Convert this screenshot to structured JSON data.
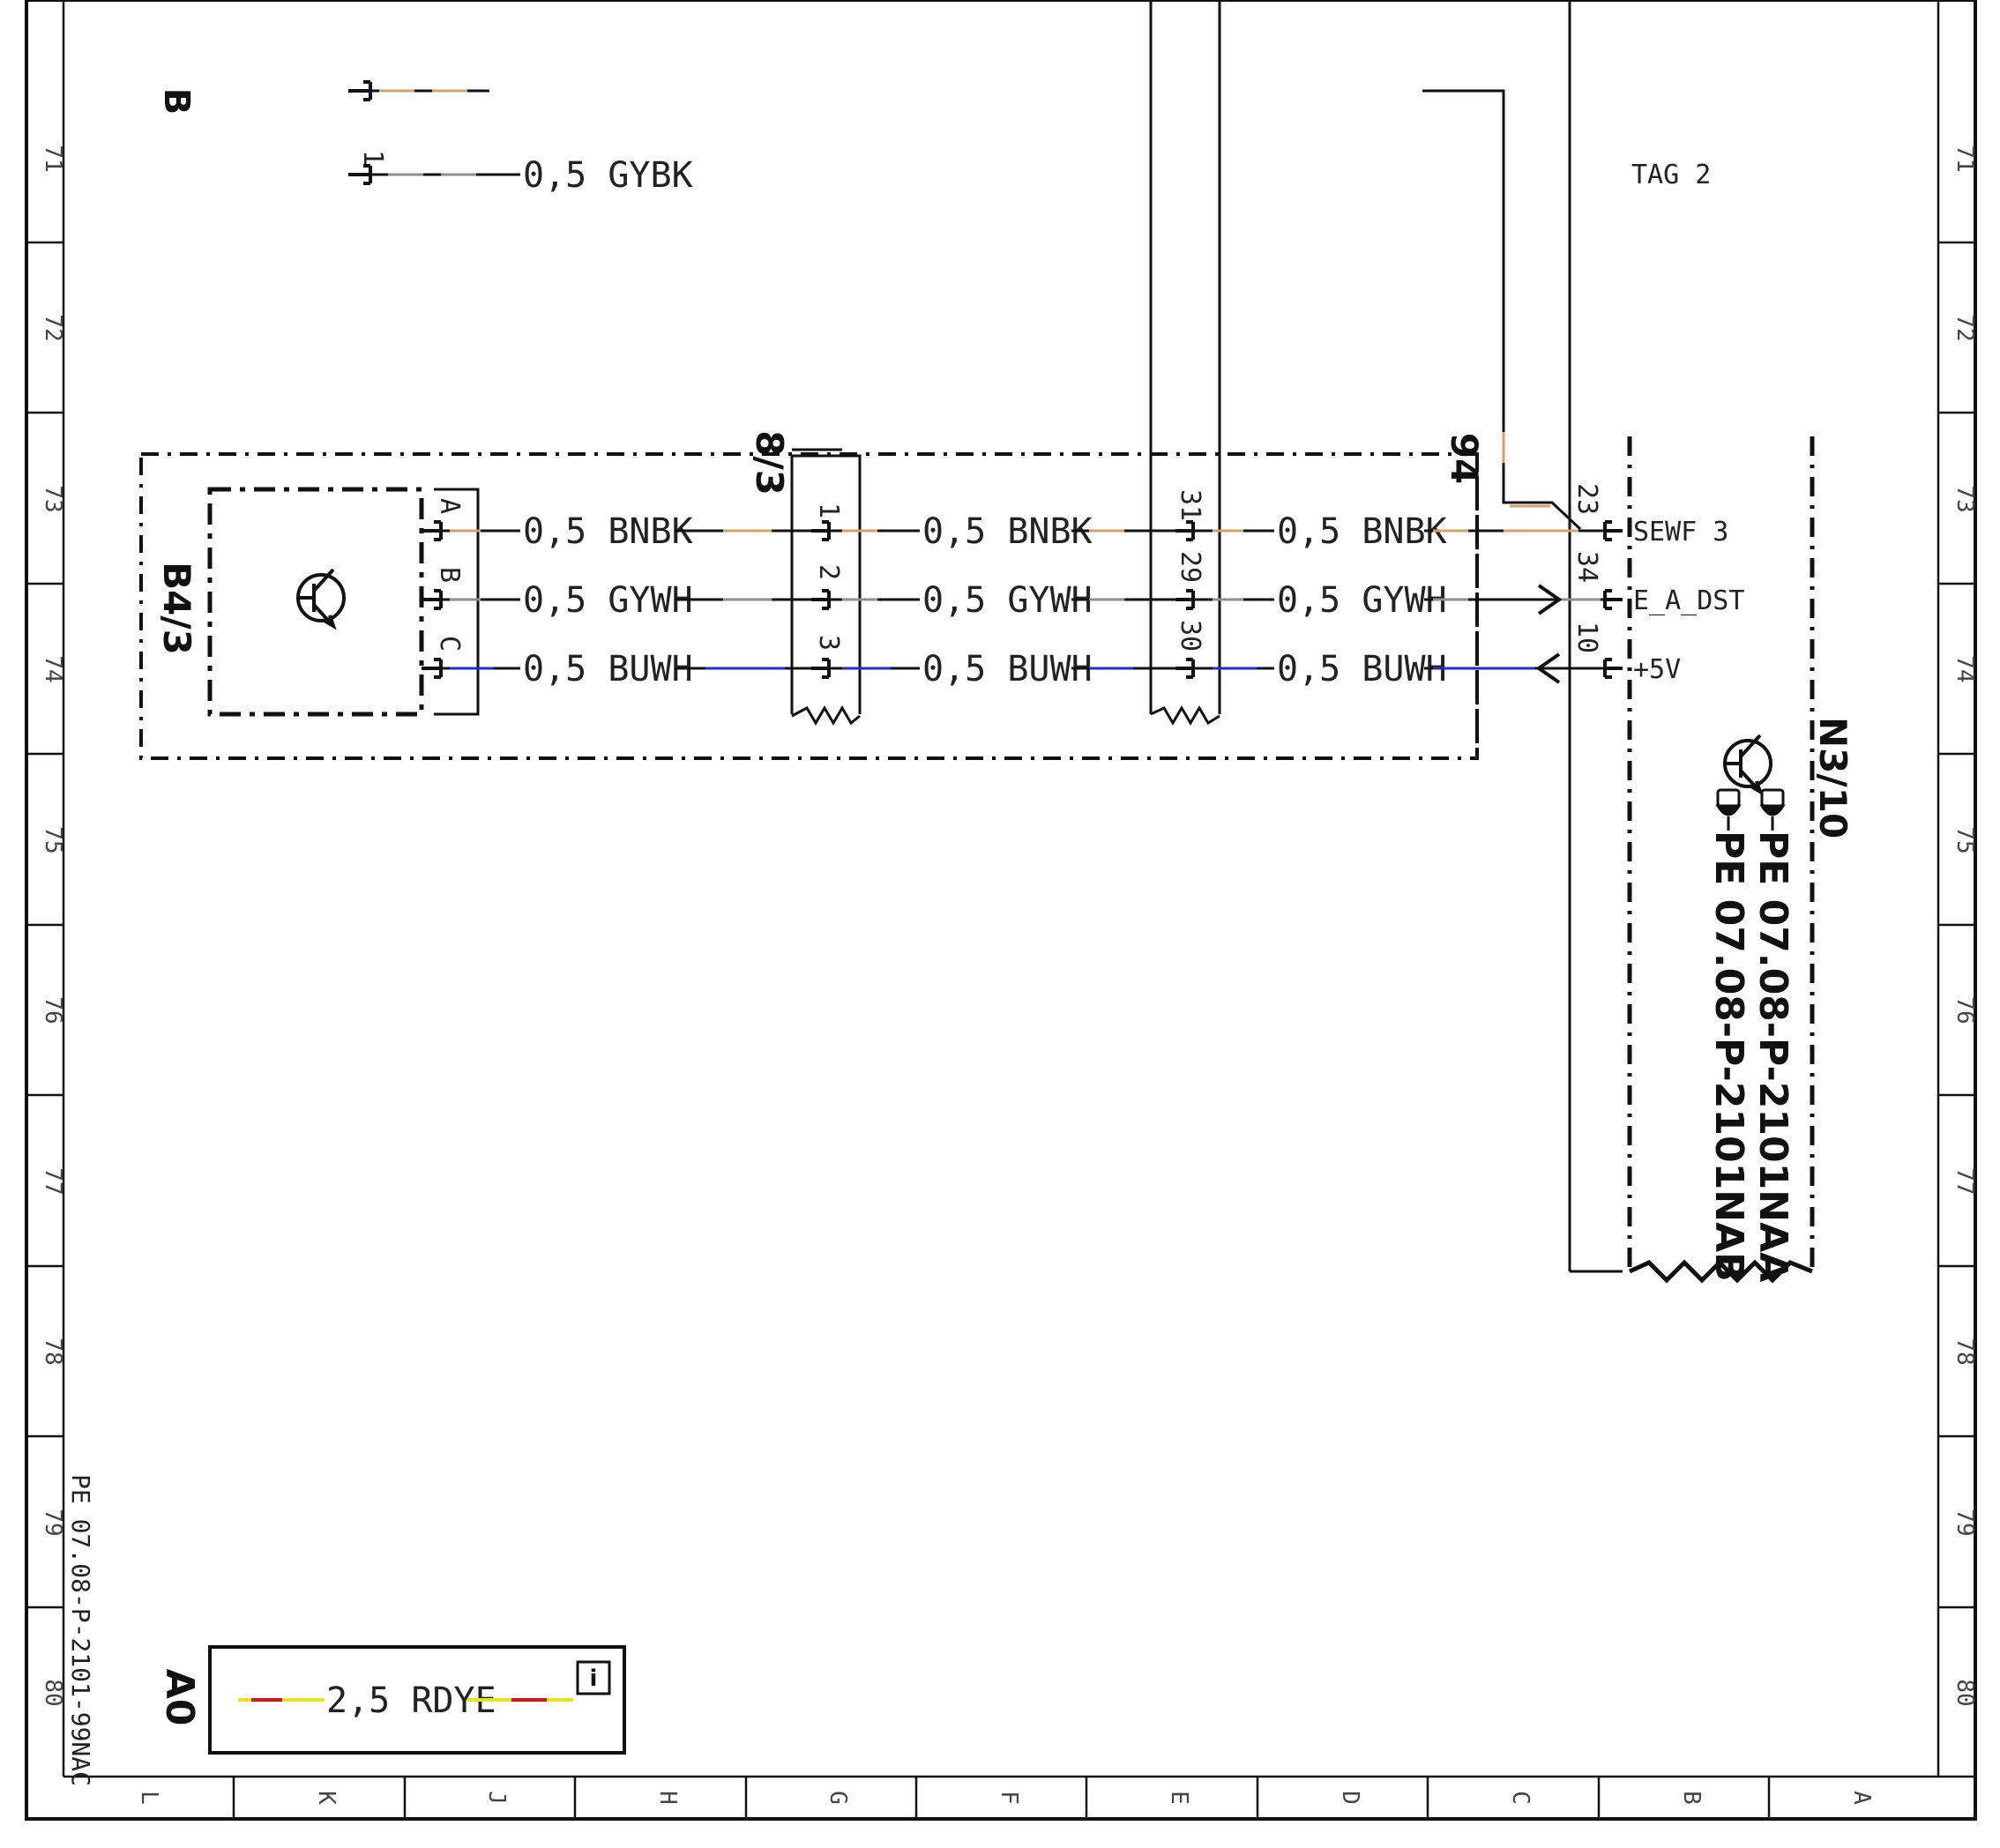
{
  "page": {
    "sheet_ref": "PE 07.08-P-2101-99NAC",
    "section_letter": "B",
    "legend_box_label": "A0",
    "tag": "TAG 2"
  },
  "top_wires": {
    "w1_label": "",
    "w2_pin": "1",
    "w2_label": "0,5 GYBK"
  },
  "components": {
    "sensor": "B4/3",
    "connector_1": "8/3",
    "connector_2": "94",
    "control_unit": "N3/10",
    "refs": [
      "PE 07.08-P-2101NAA",
      "PE 07.08-P-2101NAB"
    ]
  },
  "rows": [
    {
      "sensor_pin": "A",
      "conn1_pin": "1",
      "conn_e_pin": "31",
      "ecu_pin": "23",
      "label_1": "0,5 BNBK",
      "label_2": "0,5 BNBK",
      "label_3": "0,5 BNBK",
      "signal": "SEWF 3",
      "color": "#d4a06a"
    },
    {
      "sensor_pin": "B",
      "conn1_pin": "2",
      "conn_e_pin": "29",
      "ecu_pin": "34",
      "label_1": "0,5 GYWH",
      "label_2": "0,5 GYWH",
      "label_3": "0,5 GYWH",
      "signal": "E_A_DST",
      "color": "#909090"
    },
    {
      "sensor_pin": "C",
      "conn1_pin": "3",
      "conn_e_pin": "30",
      "ecu_pin": "10",
      "label_1": "0,5 BUWH",
      "label_2": "0,5 BUWH",
      "label_3": "0,5 BUWH",
      "signal": "+5V",
      "color": "#1a2fd8"
    }
  ],
  "legend": {
    "label": "2,5 RDYE",
    "info_icon": "info-icon",
    "colors": [
      "#d8141a",
      "#ece01a"
    ]
  },
  "ruler": {
    "rows": [
      "71",
      "72",
      "73",
      "74",
      "75",
      "76",
      "77",
      "78",
      "79",
      "80"
    ],
    "columns": [
      "L",
      "K",
      "J",
      "H",
      "G",
      "F",
      "E",
      "D",
      "C",
      "B",
      "A"
    ]
  },
  "icons": [
    "transistor-sensor-icon",
    "pointing-hand-icon",
    "info-icon"
  ]
}
